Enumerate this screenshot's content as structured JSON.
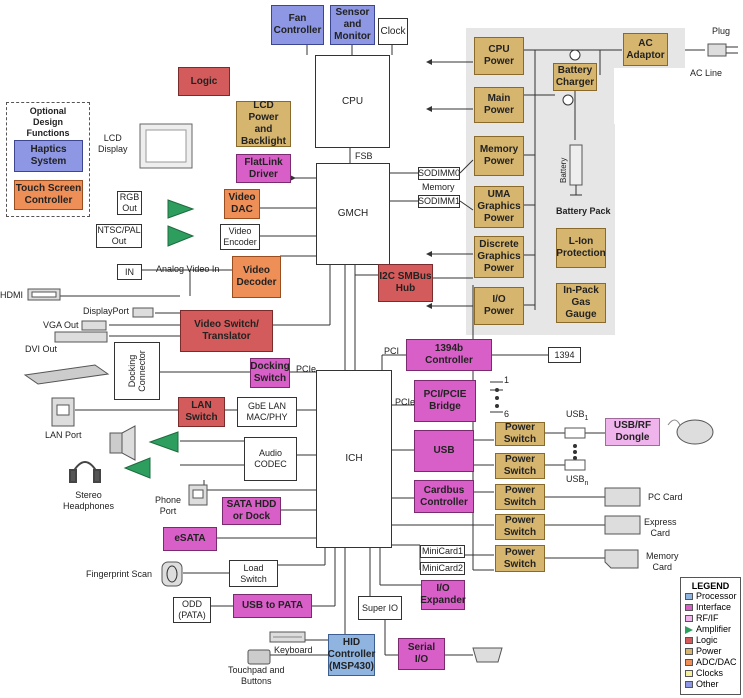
{
  "processor": {
    "fan": "Fan\nController",
    "sensor": "Sensor\nand\nMonitor",
    "clock": "Clock",
    "cpu": "CPU",
    "fsb": "FSB",
    "gmch": "GMCH",
    "ich": "ICH",
    "hid": "HID\nController\n(MSP430)"
  },
  "power": {
    "cpu_power": "CPU\nPower",
    "main_power": "Main\nPower",
    "memory_power": "Memory\nPower",
    "uma_power": "UMA\nGraphics\nPower",
    "discrete_power": "Discrete\nGraphics\nPower",
    "io_power": "I/O\nPower",
    "lcd_power": "LCD Power\nand\nBacklight",
    "battery_charger": "Battery\nCharger",
    "ac_adaptor": "AC\nAdaptor",
    "liion": "L-Ion\nProtection",
    "gas_gauge": "In-Pack\nGas\nGauge",
    "ps1": "Power\nSwitch",
    "ps2": "Power\nSwitch",
    "ps3": "Power\nSwitch",
    "ps4": "Power\nSwitch",
    "ps5": "Power\nSwitch"
  },
  "interfaces": {
    "flatlink": "FlatLink\nDriver",
    "i2c": "I2C SMBus\nHub",
    "video_switch": "Video Switch/\nTranslator",
    "docking_switch": "Docking\nSwitch",
    "lan_switch": "LAN\nSwitch",
    "ieee1394b": "1394b\nController",
    "pci_bridge": "PCI/PCIE\nBridge",
    "usb": "USB",
    "cardbus": "Cardbus\nController",
    "sata": "SATA HDD\nor Dock",
    "esata": "eSATA",
    "usb_pata": "USB to PATA",
    "io_expander": "I/O\nExpander",
    "serial": "Serial\nI/O",
    "usb_rf": "USB/RF\nDongle"
  },
  "logic": {
    "logic": "Logic",
    "haptics": "Haptics\nSystem",
    "touch": "Touch Screen\nController"
  },
  "adc": {
    "video_dac": "Video\nDAC",
    "video_decoder": "Video\nDecoder"
  },
  "chips": {
    "video_encoder": "Video\nEncoder",
    "sodimm0": "SODIMM0",
    "sodimm1": "SODIMM1",
    "gbe": "GbE LAN\nMAC/PHY",
    "audio_codec": "Audio\nCODEC",
    "load_switch": "Load\nSwitch",
    "minicard1": "MiniCard1",
    "minicard2": "MiniCard2",
    "super_io": "Super IO",
    "rgb_out": "RGB\nOut",
    "ntsc_out": "NTSC/PAL\nOut",
    "in": "IN",
    "odd": "ODD\n(PATA)",
    "port1394": "1394",
    "docking_connector": "Docking\nConnector"
  },
  "labels": {
    "optional": "Optional\nDesign\nFunctions",
    "lcd_display": "LCD\nDisplay",
    "analog_video_in": "Analog Video In",
    "memory": "Memory",
    "hdmi": "HDMI",
    "displayport": "DisplayPort",
    "vga_out": "VGA Out",
    "dvi_out": "DVI Out",
    "lan_port": "LAN Port",
    "stereo": "Stereo\nHeadphones",
    "phone_port": "Phone\nPort",
    "fingerprint": "Fingerprint Scan",
    "keyboard": "Keyboard",
    "touchpad": "Touchpad and\nButtons",
    "pcie1": "PCIe",
    "pcie2": "PCIe",
    "pci": "PCI",
    "num1": "1",
    "num6": "6",
    "usb1": "USB",
    "usb1_sub": "1",
    "usbn": "USB",
    "usbn_sub": "n",
    "pc_card": "PC Card",
    "express_card": "Express\nCard",
    "memory_card": "Memory\nCard",
    "plug": "Plug",
    "ac_line": "AC Line",
    "battery_pack": "Battery Pack",
    "battery": "Battery"
  },
  "legend": {
    "title": "LEGEND",
    "items": [
      {
        "label": "Processor",
        "color": "#8fb4e0"
      },
      {
        "label": "Interface",
        "color": "#d95fc8"
      },
      {
        "label": "RF/IF",
        "color": "#f0b4ec"
      },
      {
        "label": "Amplifier",
        "color": "#2e9e5e"
      },
      {
        "label": "Logic",
        "color": "#d45b5b"
      },
      {
        "label": "Power",
        "color": "#d6b56e"
      },
      {
        "label": "ADC/DAC",
        "color": "#ee8f58"
      },
      {
        "label": "Clocks",
        "color": "#f3ef9a"
      },
      {
        "label": "Other",
        "color": "#8d97e3"
      }
    ]
  }
}
